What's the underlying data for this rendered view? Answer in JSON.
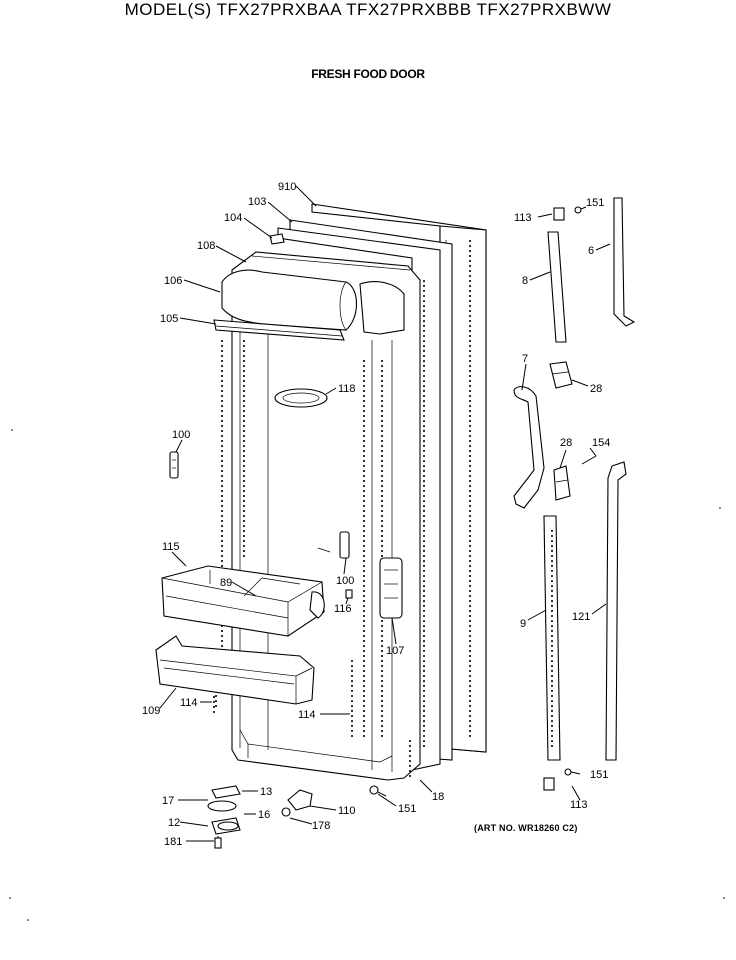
{
  "header": {
    "title": "MODEL(S) TFX27PRXBAA  TFX27PRXBBB  TFX27PRXBWW",
    "subtitle": "FRESH FOOD DOOR"
  },
  "footer": {
    "art_number": "(ART NO. WR18260 C2)"
  },
  "callouts": [
    "910",
    "103",
    "104",
    "108",
    "106",
    "105",
    "118",
    "100",
    "115",
    "89",
    "100",
    "116",
    "107",
    "109",
    "114",
    "114",
    "13",
    "17",
    "16",
    "12",
    "181",
    "110",
    "178",
    "151",
    "18",
    "113",
    "151",
    "6",
    "8",
    "7",
    "28",
    "28",
    "154",
    "9",
    "121",
    "151",
    "113"
  ]
}
